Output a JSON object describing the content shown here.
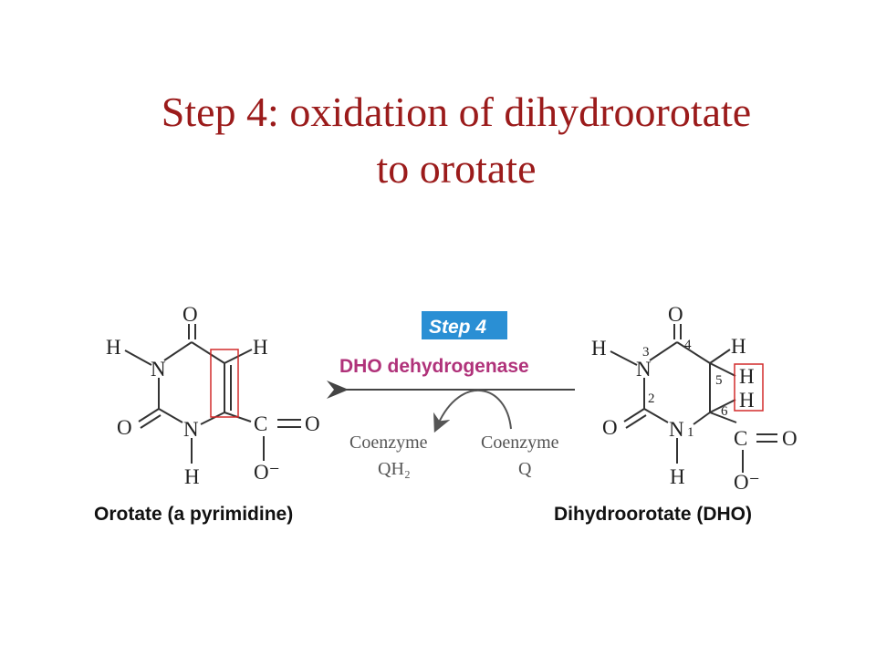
{
  "title": {
    "line1": "Step 4: oxidation of dihydroorotate",
    "line2": "to orotate"
  },
  "reaction": {
    "step_badge": "Step 4",
    "enzyme": "DHO dehydrogenase",
    "coenzyme_product": {
      "line1": "Coenzyme",
      "line2": "QH₂"
    },
    "coenzyme_reactant": {
      "line1": "Coenzyme",
      "line2": "Q"
    },
    "colors": {
      "title": "#9b1b1b",
      "enzyme": "#b0327a",
      "badge": "#2a8fd4",
      "highlight": "#d22b2b"
    }
  },
  "orotate": {
    "caption": "Orotate (a pyrimidine)",
    "atoms": {
      "o_top": "O",
      "h_n3": "H",
      "n3": "N",
      "h_c5": "H",
      "o_c2": "O",
      "n1": "N",
      "h_n1": "H",
      "carboxyl_c": "C",
      "carboxyl_o": "O",
      "carboxylate_o": "O⁻"
    }
  },
  "dihydroorotate": {
    "caption": "Dihydroorotate (DHO)",
    "atoms": {
      "o_top": "O",
      "h_n3": "H",
      "n3": "N",
      "h_c5": "H",
      "h5_box": "H",
      "h6_box": "H",
      "o_c2": "O",
      "n1": "N",
      "h_n1": "H",
      "carboxyl_c": "C",
      "carboxyl_o": "O",
      "carboxylate_o": "O⁻"
    },
    "ring_numbers": {
      "n3": "3",
      "c4": "4",
      "c2": "2",
      "c5": "5",
      "c6": "6",
      "n1": "1"
    }
  }
}
